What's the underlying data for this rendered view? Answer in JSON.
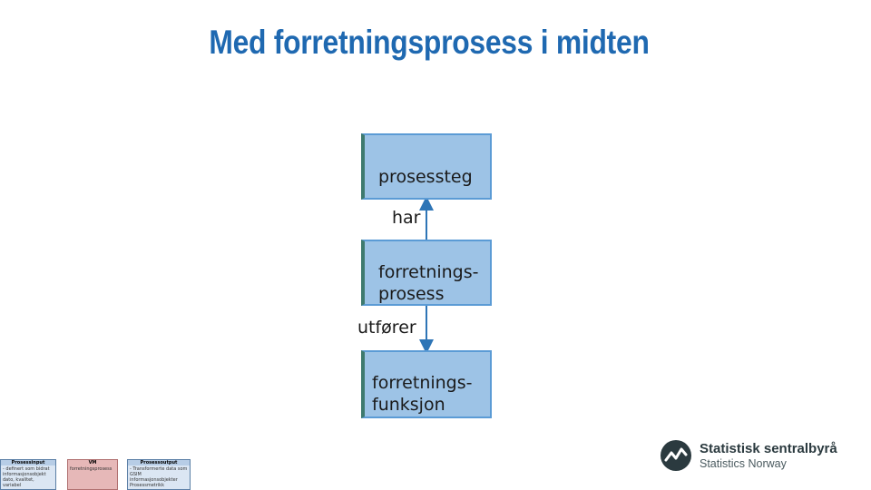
{
  "title": "Med forretningsprosess i midten",
  "diagram": {
    "nodes": [
      {
        "id": "prosessteg",
        "label": "prosessteg"
      },
      {
        "id": "forretningsprosess",
        "label_line1": "forretnings-",
        "label_line2": "prosess"
      },
      {
        "id": "forretningsfunksjon",
        "label_line1": "forretnings-",
        "label_line2": "funksjon"
      }
    ],
    "edges": [
      {
        "from": "forretningsprosess",
        "to": "prosessteg",
        "label": "har"
      },
      {
        "from": "forretningsprosess",
        "to": "forretningsfunksjon",
        "label": "utfører"
      }
    ],
    "colors": {
      "box_fill": "#9dc3e6",
      "box_border": "#5b9bd5",
      "connector": "#2e75b6",
      "title": "#1f69b1"
    }
  },
  "logo": {
    "name": "Statistisk sentralbyrå",
    "subtitle": "Statistics Norway",
    "icon": "ssb-logo-icon"
  },
  "thumbnail": {
    "boxes": [
      {
        "header": "Prosessinput",
        "body": "- definert som bidrat informasjonsobjekt dato, kvalitet, variabel"
      },
      {
        "header": "VM",
        "body": "forretningsprosess"
      },
      {
        "header": "Prosessoutput",
        "body": "- Transformerte data som GSIM informasjonsobjekter  Prosessmetrikk"
      }
    ]
  }
}
